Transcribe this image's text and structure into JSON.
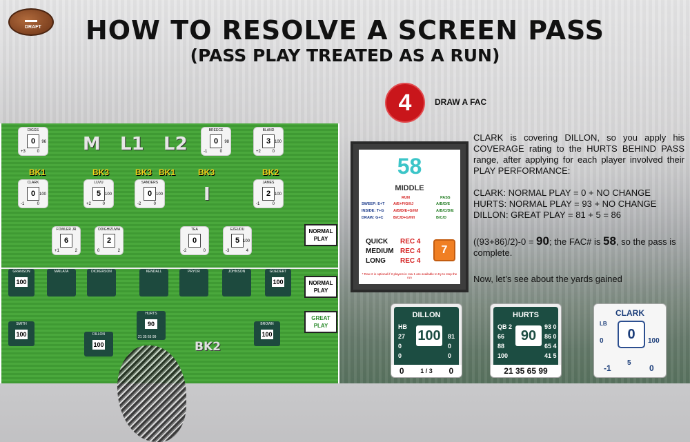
{
  "logo_text": "DRAFT",
  "title": "HOW TO RESOLVE A SCREEN PASS",
  "subtitle": "(PASS PLAY TREATED AS A RUN)",
  "step": {
    "number": "4",
    "label": "DRAW A FAC"
  },
  "field": {
    "formation_letters": [
      "M",
      "L1",
      "L2",
      "I"
    ],
    "pos_tags": [
      "BK1",
      "BK3",
      "BK3",
      "BK1",
      "BK3",
      "BK2"
    ],
    "bottom_tag": "BK2",
    "buttons": {
      "normal_play_1": "NORMAL PLAY",
      "normal_play_2": "NORMAL PLAY",
      "great_play": "GREAT PLAY"
    },
    "defense_cards": [
      {
        "name": "DIGGS",
        "val": "0",
        "r": "96",
        "bl": "+3",
        "br": "0"
      },
      {
        "name": "BREECE",
        "val": "0",
        "r": "98",
        "bl": "-1",
        "br": "0"
      },
      {
        "name": "BLAND",
        "val": "3",
        "r": "100",
        "bl": "+2",
        "br": "0"
      },
      {
        "name": "CLARK",
        "val": "0",
        "r": "100",
        "bl": "-1",
        "br": "0"
      },
      {
        "name": "LUVU",
        "val": "5",
        "r": "100",
        "bl": "+2",
        "br": "0"
      },
      {
        "name": "SANDERS",
        "val": "0",
        "r": "100",
        "bl": "-2",
        "br": "0"
      },
      {
        "name": "JAMES",
        "val": "2",
        "r": "100",
        "bl": "-1",
        "br": "0"
      },
      {
        "name": "FOWLER JR",
        "val": "6",
        "r": "",
        "bl": "+1",
        "br": "2"
      },
      {
        "name": "ODIGHIZUWA",
        "val": "2",
        "r": "",
        "bl": "0",
        "br": "2"
      },
      {
        "name": "TEA",
        "val": "0",
        "r": "",
        "bl": "-2",
        "br": "0"
      },
      {
        "name": "EZEUDU",
        "val": "5",
        "r": "100",
        "bl": "-3",
        "br": "4"
      }
    ],
    "offense_cards": [
      {
        "name": "GRANSON",
        "val": "100"
      },
      {
        "name": "MAILATA",
        "val": ""
      },
      {
        "name": "DICKERSON",
        "val": ""
      },
      {
        "name": "KENDALL",
        "val": ""
      },
      {
        "name": "PRYOR",
        "val": ""
      },
      {
        "name": "JOHNSON",
        "val": ""
      },
      {
        "name": "GOEDERT",
        "val": "100"
      },
      {
        "name": "SMITH",
        "val": "100"
      },
      {
        "name": "DILLON",
        "val": "100"
      },
      {
        "name": "HURTS",
        "val": "90"
      },
      {
        "name": "BROWN",
        "val": "100"
      }
    ],
    "hurts_ratings": "21 35 65 99"
  },
  "fac": {
    "number": "58",
    "zone": "MIDDLE",
    "run_header": "RUN",
    "pass_header": "PASS",
    "rows": [
      {
        "label": "SWEEP: E+T",
        "run": "A/E+F/G/I/J",
        "pass": "A/B/D/E"
      },
      {
        "label": "INSIDE: T+G",
        "run": "A/B/D/E+G/H/I",
        "pass": "A/B/C/D/E"
      },
      {
        "label": "DRAW: G+C",
        "run": "B/C/D+G/H/I",
        "pass": "B/C/D"
      }
    ],
    "passes": [
      {
        "label": "QUICK",
        "value": "REC 4"
      },
      {
        "label": "MEDIUM",
        "value": "REC 4"
      },
      {
        "label": "LONG",
        "value": "REC 4"
      }
    ],
    "box_number": "7",
    "note": "* Row 2 is optional if 2 players in row 1 are available to try to stop the run"
  },
  "explanation": {
    "para1": "CLARK is covering DILLON, so you apply his COVERAGE rating to the HURTS BEHIND PASS range, after applying for each player involved their PLAY PERFORMANCE:",
    "line1": "CLARK: NORMAL PLAY = 0 + NO CHANGE",
    "line2": "HURTS: NORMAL PLAY = 93 + NO CHANGE",
    "line3": "DILLON: GREAT PLAY = 81 + 5 = 86",
    "calc_pre": "((93+86)/2)-0 = ",
    "calc_result": "90",
    "calc_mid": "; the FAC# is ",
    "calc_fac": "58",
    "calc_post": ", so the pass is complete.",
    "yards": "Now, let’s see about the yards gained"
  },
  "bottom_cards": {
    "dillon": {
      "name": "DILLON",
      "pos": "HB",
      "rating": "100",
      "l1": "27",
      "l2": "0",
      "l3": "0",
      "r1": "81",
      "r2": "0",
      "r3": "0",
      "f1": "0",
      "f2": "1 / 3",
      "f3": "0"
    },
    "hurts": {
      "name": "HURTS",
      "pos": "QB 2",
      "rating": "90",
      "l1": "66",
      "l2": "88",
      "l3": "100",
      "r1": "93 0",
      "r2": "86 0",
      "r3": "65 4",
      "r4": "41 5",
      "foot": "21 35 65 99"
    },
    "clark": {
      "name": "CLARK",
      "pos": "LB",
      "rating": "0",
      "left": "0",
      "right": "100",
      "f1": "-1",
      "f2": "5",
      "f3": "0"
    }
  },
  "colors": {
    "step_red": "#c9161b",
    "fac_number": "#3cc5c8",
    "fac_run": "#d41f1f",
    "fac_pass": "#1e7a1e",
    "team_green": "#1c4d42"
  }
}
